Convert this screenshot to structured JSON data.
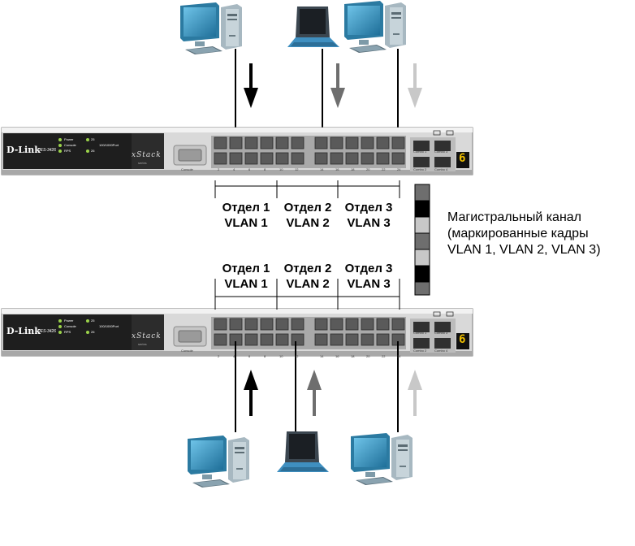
{
  "switch": {
    "brand": "D-Link",
    "model": "DES-3426",
    "series": "xStack",
    "series_sub": "series",
    "led_power": "Power",
    "led_console": "Console",
    "led_rps": "RPS",
    "led_25": "25",
    "led_26": "26",
    "uplink_label": "100/1000Port",
    "console_label": "Console",
    "port_numbers": [
      "2",
      "4",
      "6",
      "8",
      "10",
      "12",
      "14",
      "16",
      "18",
      "20",
      "22",
      "24"
    ],
    "combo1": "Combo 1",
    "combo2": "Combo 2",
    "combo3": "Combo 3",
    "combo4": "Combo 4",
    "stack_digit": "6"
  },
  "groups": [
    {
      "name": "Отдел 1",
      "vlan": "VLAN 1"
    },
    {
      "name": "Отдел 2",
      "vlan": "VLAN 2"
    },
    {
      "name": "Отдел 3",
      "vlan": "VLAN 3"
    }
  ],
  "trunk": {
    "line1": "Магистральный канал",
    "line2": "(маркированные кадры",
    "line3": "VLAN 1, VLAN 2, VLAN 3)"
  },
  "colors": {
    "vlan1": "#000000",
    "vlan2": "#6e6e6e",
    "vlan3": "#c8c8c8",
    "pc_body": "#3d8fb3",
    "pc_case": "#b3c4cc"
  }
}
